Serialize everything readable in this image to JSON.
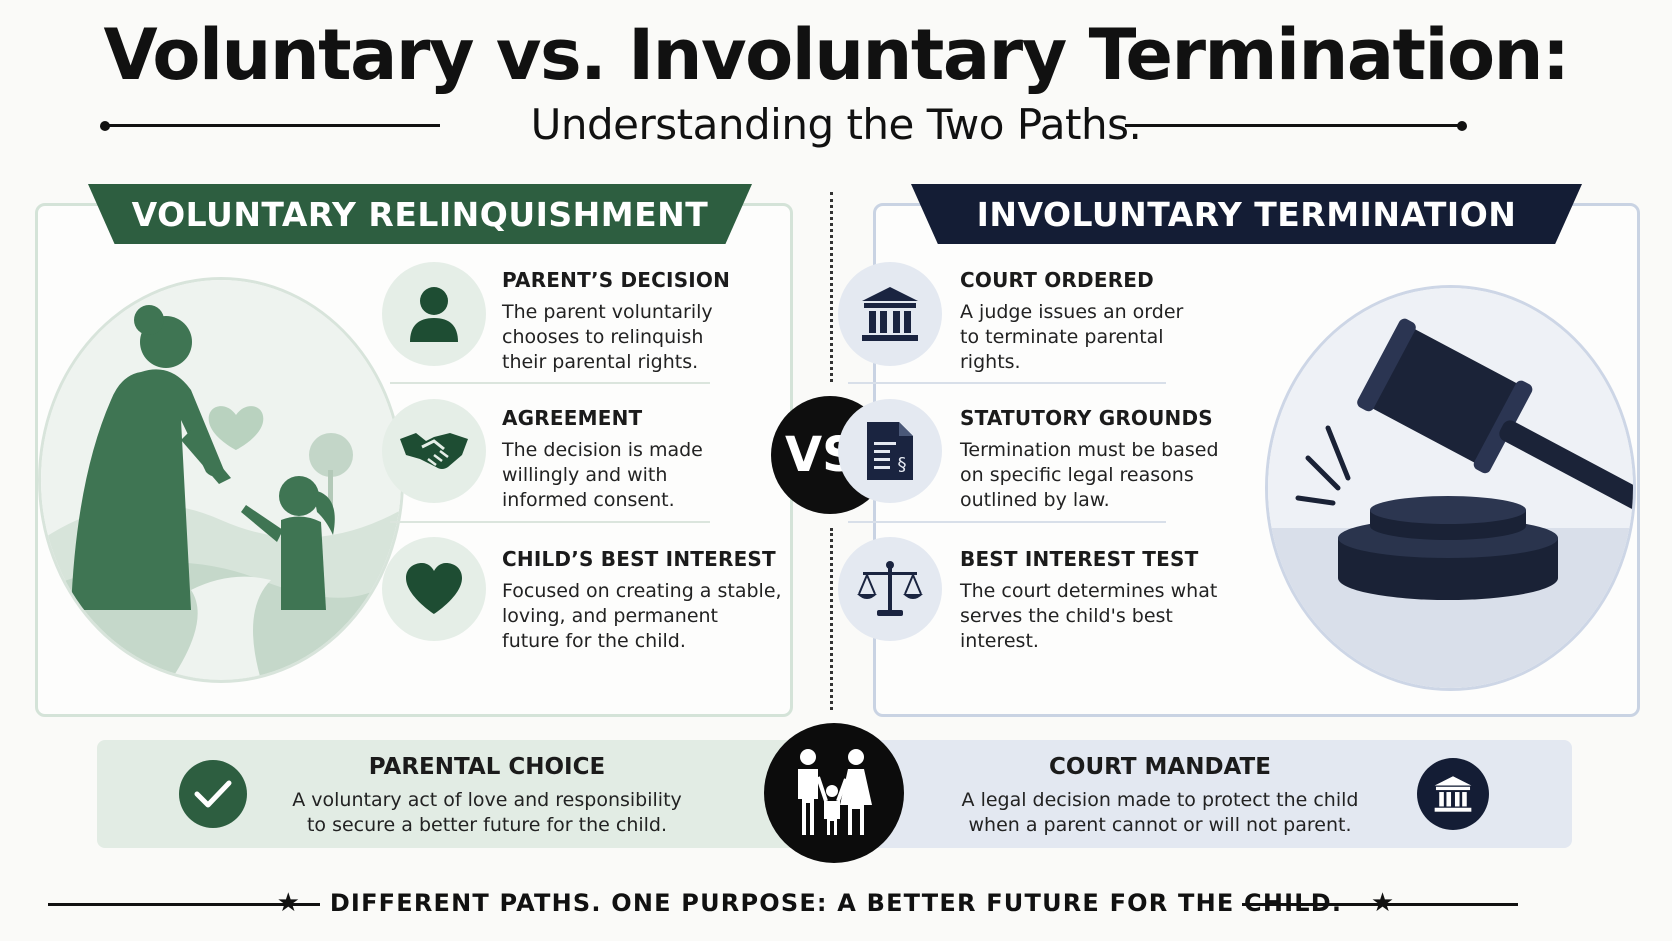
{
  "header": {
    "title": "Voluntary vs. Involuntary Termination:",
    "subtitle": "Understanding the Two Paths."
  },
  "voluntary": {
    "banner": "VOLUNTARY RELINQUISHMENT",
    "illustration_icon": "parent-child-hands-icon",
    "items": [
      {
        "icon": "person-icon",
        "title": "PARENT’S DECISION",
        "lines": [
          "The parent voluntarily",
          "chooses to relinquish",
          "their parental rights."
        ]
      },
      {
        "icon": "handshake-icon",
        "title": "AGREEMENT",
        "lines": [
          "The decision is made",
          "willingly and with",
          "informed consent."
        ]
      },
      {
        "icon": "heart-icon",
        "title": "CHILD’S BEST INTEREST",
        "lines": [
          "Focused on creating a stable,",
          "loving, and permanent",
          "future for the child."
        ]
      }
    ],
    "accent_color": "#2d5e40"
  },
  "involuntary": {
    "banner": "INVOLUNTARY TERMINATION",
    "illustration_icon": "gavel-icon",
    "items": [
      {
        "icon": "courthouse-icon",
        "title": "COURT ORDERED",
        "lines": [
          "A judge issues an order",
          "to terminate parental",
          "rights."
        ]
      },
      {
        "icon": "legal-document-icon",
        "title": "STATUTORY GROUNDS",
        "lines": [
          "Termination must be based",
          "on specific legal reasons",
          "outlined by law."
        ]
      },
      {
        "icon": "scales-icon",
        "title": "BEST INTEREST TEST",
        "lines": [
          "The court determines what",
          "serves the child's best",
          "interest."
        ]
      }
    ],
    "accent_color": "#141d35"
  },
  "vs_label": "VS.",
  "bottom": {
    "left": {
      "icon": "check-icon",
      "title": "PARENTAL CHOICE",
      "lines": [
        "A voluntary act of love and responsibility",
        "to secure a better future for the child."
      ]
    },
    "center_icon": "family-icon",
    "right": {
      "icon": "courthouse-icon",
      "title": "COURT MANDATE",
      "lines": [
        "A legal decision made to protect the child",
        "when a parent cannot or will not parent."
      ]
    }
  },
  "footer": {
    "text": "DIFFERENT PATHS. ONE PURPOSE: A BETTER FUTURE FOR THE CHILD.",
    "star": "★"
  }
}
